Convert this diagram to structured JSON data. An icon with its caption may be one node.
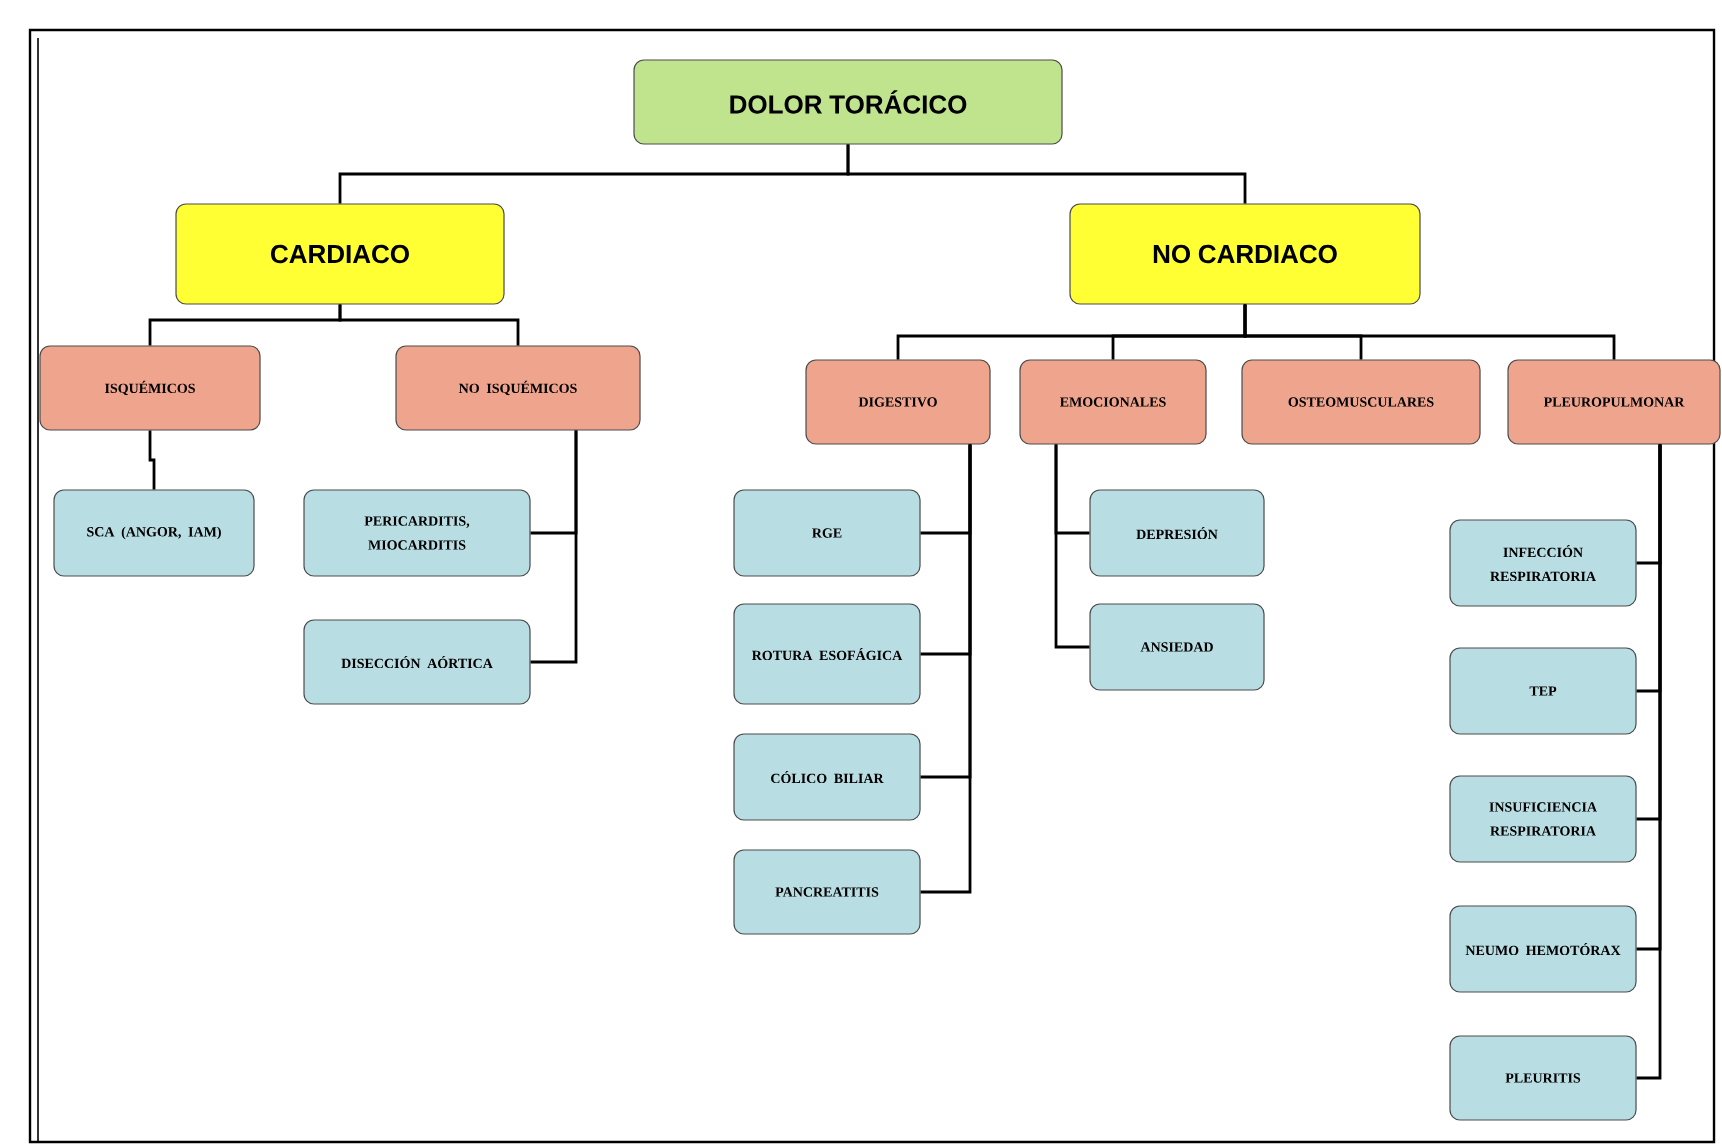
{
  "diagram": {
    "nodes": [
      {
        "text": [
          "DOLOR TORÁCICO"
        ]
      },
      {
        "text": [
          "CARDIACO"
        ]
      },
      {
        "text": [
          "NO CARDIACO"
        ]
      },
      {
        "text": [
          "ISQUÉMICOS"
        ]
      },
      {
        "text": [
          "NO ISQUÉMICOS"
        ]
      },
      {
        "text": [
          "SCA (ANGOR, IAM)"
        ]
      },
      {
        "text": [
          "PERICARDITIS, MIOCARDITIS"
        ]
      },
      {
        "text": [
          "DISECCIÓN AÓRTICA"
        ]
      },
      {
        "text": [
          "DIGESTIVO"
        ]
      },
      {
        "text": [
          "EMOCIONALES"
        ]
      },
      {
        "text": [
          "OSTEOMUSCULARES"
        ]
      },
      {
        "text": [
          "PLEUROPULMONAR"
        ]
      },
      {
        "text": [
          "RGE"
        ]
      },
      {
        "text": [
          "ROTURA ESOFÁGICA"
        ]
      },
      {
        "text": [
          "CÓLICO BILIAR"
        ]
      },
      {
        "text": [
          "PANCREATITIS"
        ]
      },
      {
        "text": [
          "DEPRESIÓN"
        ]
      },
      {
        "text": [
          "ANSIEDAD"
        ]
      },
      {
        "text": [
          "INFECCIÓN RESPIRATORIA"
        ]
      },
      {
        "text": [
          "TEP"
        ]
      },
      {
        "text": [
          "INSUFICIENCIA RESPIRATORIA"
        ]
      },
      {
        "text": [
          "NEUMO HEMOTÓRAX"
        ]
      },
      {
        "text": [
          "PLEURITIS"
        ]
      }
    ],
    "edges": [
      {
        "from": 0,
        "to": 1,
        "arrow": "none"
      },
      {
        "from": 0,
        "to": 2,
        "arrow": "none"
      },
      {
        "from": 1,
        "to": 3,
        "arrow": "none"
      },
      {
        "from": 1,
        "to": 4,
        "arrow": "none"
      },
      {
        "from": 2,
        "to": 8,
        "arrow": "none"
      },
      {
        "from": 2,
        "to": 9,
        "arrow": "none"
      },
      {
        "from": 2,
        "to": 10,
        "arrow": "none"
      },
      {
        "from": 2,
        "to": 11,
        "arrow": "none"
      },
      {
        "from": 3,
        "to": 5,
        "arrow": "none"
      },
      {
        "from": 4,
        "to": 6,
        "arrow": "none"
      },
      {
        "from": 4,
        "to": 7,
        "arrow": "none"
      },
      {
        "from": 8,
        "to": 12,
        "arrow": "none"
      },
      {
        "from": 8,
        "to": 13,
        "arrow": "none"
      },
      {
        "from": 8,
        "to": 14,
        "arrow": "none"
      },
      {
        "from": 8,
        "to": 15,
        "arrow": "none"
      },
      {
        "from": 9,
        "to": 16,
        "arrow": "none"
      },
      {
        "from": 9,
        "to": 17,
        "arrow": "none"
      },
      {
        "from": 11,
        "to": 18,
        "arrow": "none"
      },
      {
        "from": 11,
        "to": 19,
        "arrow": "none"
      },
      {
        "from": 11,
        "to": 20,
        "arrow": "none"
      },
      {
        "from": 11,
        "to": 21,
        "arrow": "none"
      },
      {
        "from": 11,
        "to": 22,
        "arrow": "none"
      }
    ]
  }
}
